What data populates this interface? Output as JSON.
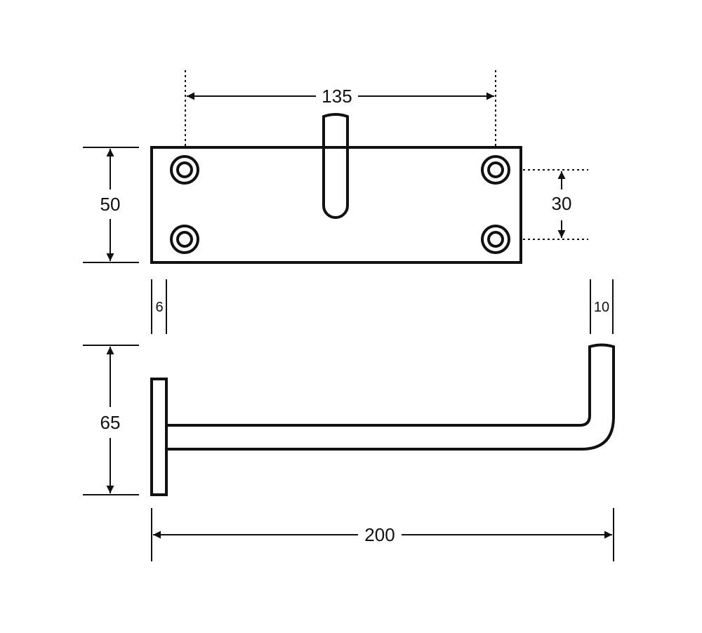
{
  "dimensions": {
    "hole_spacing": "135",
    "plate_height": "50",
    "hole_vertical_spacing": "30",
    "plate_thickness": "6",
    "rod_diameter": "10",
    "overall_height": "65",
    "overall_length": "200"
  },
  "colors": {
    "line": "#111111",
    "background": "#ffffff"
  }
}
